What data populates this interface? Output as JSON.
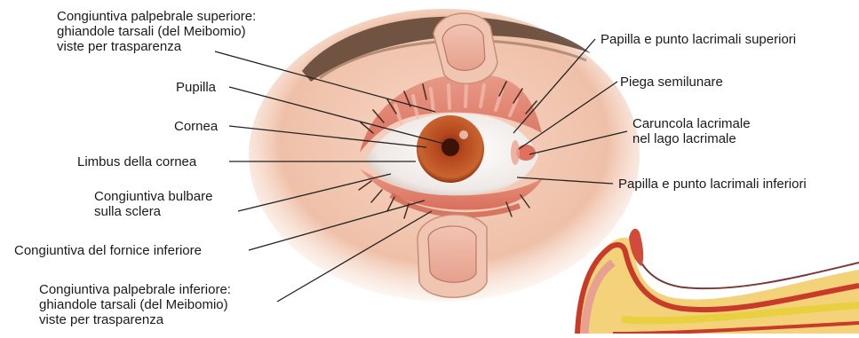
{
  "labels": {
    "conj_palp_sup": "Congiuntiva palpebrale superiore:\nghiandole tarsali (del Meibomio)\nviste per trasparenza",
    "pupilla": "Pupilla",
    "cornea": "Cornea",
    "limbus": "Limbus della cornea",
    "conj_bulbare": "Congiuntiva bulbare\nsulla sclera",
    "conj_fornice": "Congiuntiva del fornice inferiore",
    "conj_palp_inf": "Congiuntiva palpebrale inferiore:\nghiandole tarsali (del Meibomio)\nviste per trasparenza",
    "papilla_sup": "Papilla e punto lacrimali superiori",
    "piega": "Piega semilunare",
    "caruncola": "Caruncola lacrimale\nnel lago lacrimale",
    "papilla_inf": "Papilla e punto lacrimali inferiori"
  },
  "colors": {
    "iris": "#b5471e",
    "sclera": "#f4f1ee",
    "conjunctiva": "#e38a78",
    "skin": "#f2c9b4",
    "eyebrow": "#5a4030",
    "leader": "#222222"
  }
}
